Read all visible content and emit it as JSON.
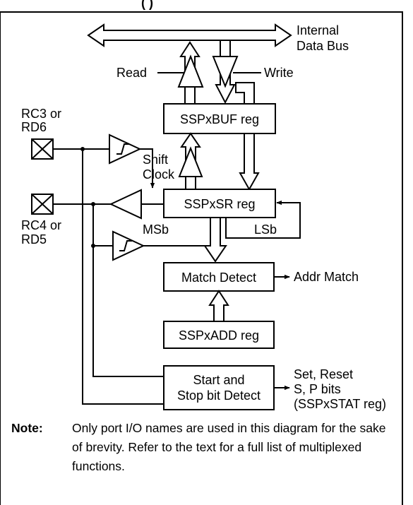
{
  "header": {
    "clipped_title": "(                    )"
  },
  "bus": {
    "label_line1": "Internal",
    "label_line2": "Data Bus"
  },
  "labels": {
    "read": "Read",
    "write": "Write",
    "shift_clock_line1": "Shift",
    "shift_clock_line2": "Clock",
    "msb": "MSb",
    "lsb": "LSb",
    "addr_match": "Addr Match"
  },
  "pins": {
    "upper_line1": "RC3 or",
    "upper_line2": "RD6",
    "lower_line1": "RC4 or",
    "lower_line2": "RD5"
  },
  "blocks": {
    "buf": "SSPxBUF reg",
    "sr": "SSPxSR reg",
    "match": "Match Detect",
    "add": "SSPxADD reg",
    "start_stop_line1": "Start and",
    "start_stop_line2": "Stop bit Detect"
  },
  "outputs": {
    "status_line1": "Set, Reset",
    "status_line2": "S, P bits",
    "status_line3": "(SSPxSTAT reg)"
  },
  "note": {
    "label": "Note:",
    "text": "Only port I/O names are used in this diagram for the sake of brevity. Refer to the text for a full list of multiplexed functions."
  }
}
